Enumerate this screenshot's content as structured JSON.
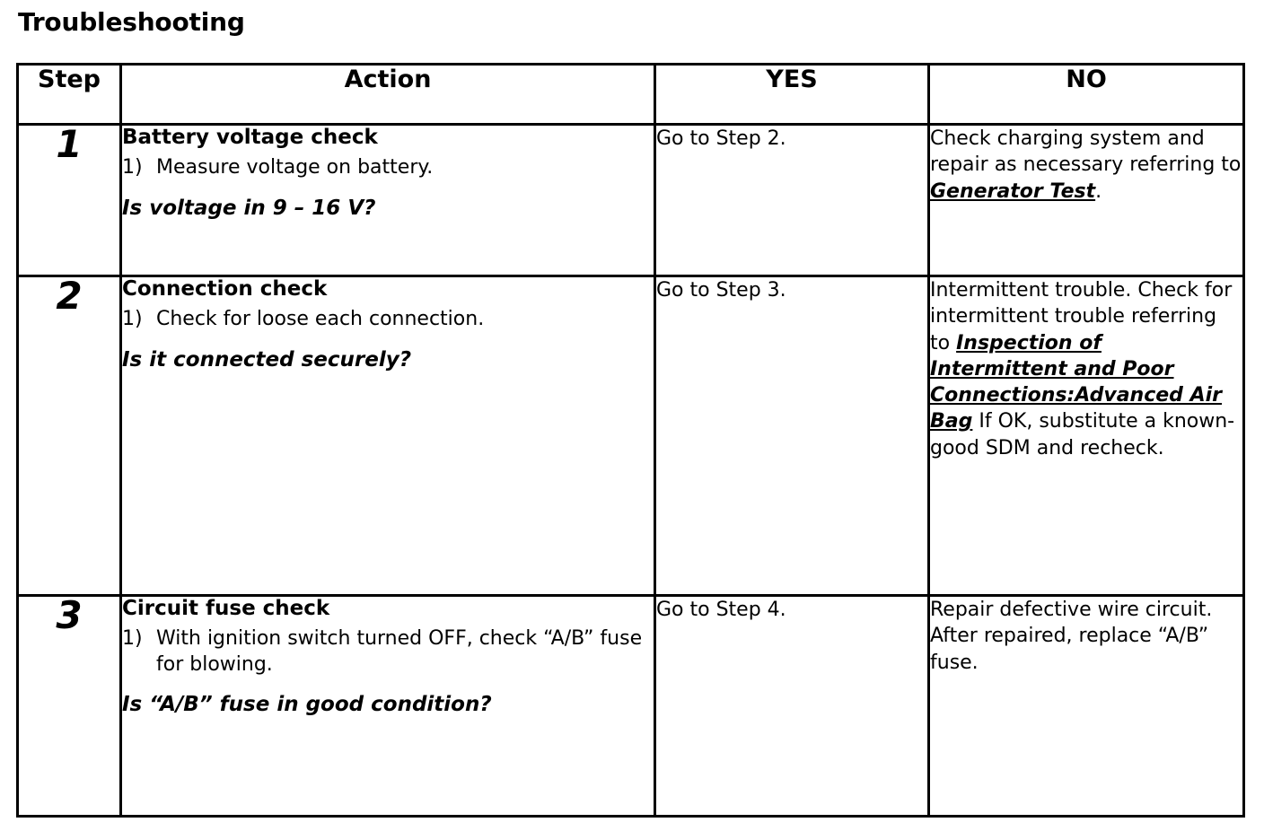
{
  "page": {
    "title": "Troubleshooting"
  },
  "table": {
    "headers": {
      "step": "Step",
      "action": "Action",
      "yes": "YES",
      "no": "NO"
    },
    "rows": [
      {
        "step": "1",
        "action": {
          "title": "Battery voltage check",
          "steps": [
            {
              "num": "1)",
              "text": "Measure voltage on battery."
            }
          ],
          "question": "Is voltage in 9 – 16 V?"
        },
        "yes": "Go to Step 2.",
        "no": {
          "pre": "Check charging system and repair as necessary referring to ",
          "ref": "Generator Test",
          "post": "."
        }
      },
      {
        "step": "2",
        "action": {
          "title": "Connection check",
          "steps": [
            {
              "num": "1)",
              "text": "Check for loose each connection."
            }
          ],
          "question": "Is it connected securely?"
        },
        "yes": "Go to Step 3.",
        "no": {
          "pre": "Intermittent trouble. Check for intermittent trouble referring to ",
          "ref": "Inspection of Intermittent and Poor Connections:Advanced Air Bag",
          "post": " If OK, substitute a known-good SDM and recheck."
        }
      },
      {
        "step": "3",
        "action": {
          "title": "Circuit fuse check",
          "steps": [
            {
              "num": "1)",
              "text": "With ignition switch turned OFF, check “A/B” fuse for blowing."
            }
          ],
          "question": "Is “A/B” fuse in good condition?"
        },
        "yes": "Go to Step 4.",
        "no": {
          "pre": "Repair defective wire circuit. After repaired, replace “A/B” fuse.",
          "ref": "",
          "post": ""
        }
      }
    ]
  }
}
